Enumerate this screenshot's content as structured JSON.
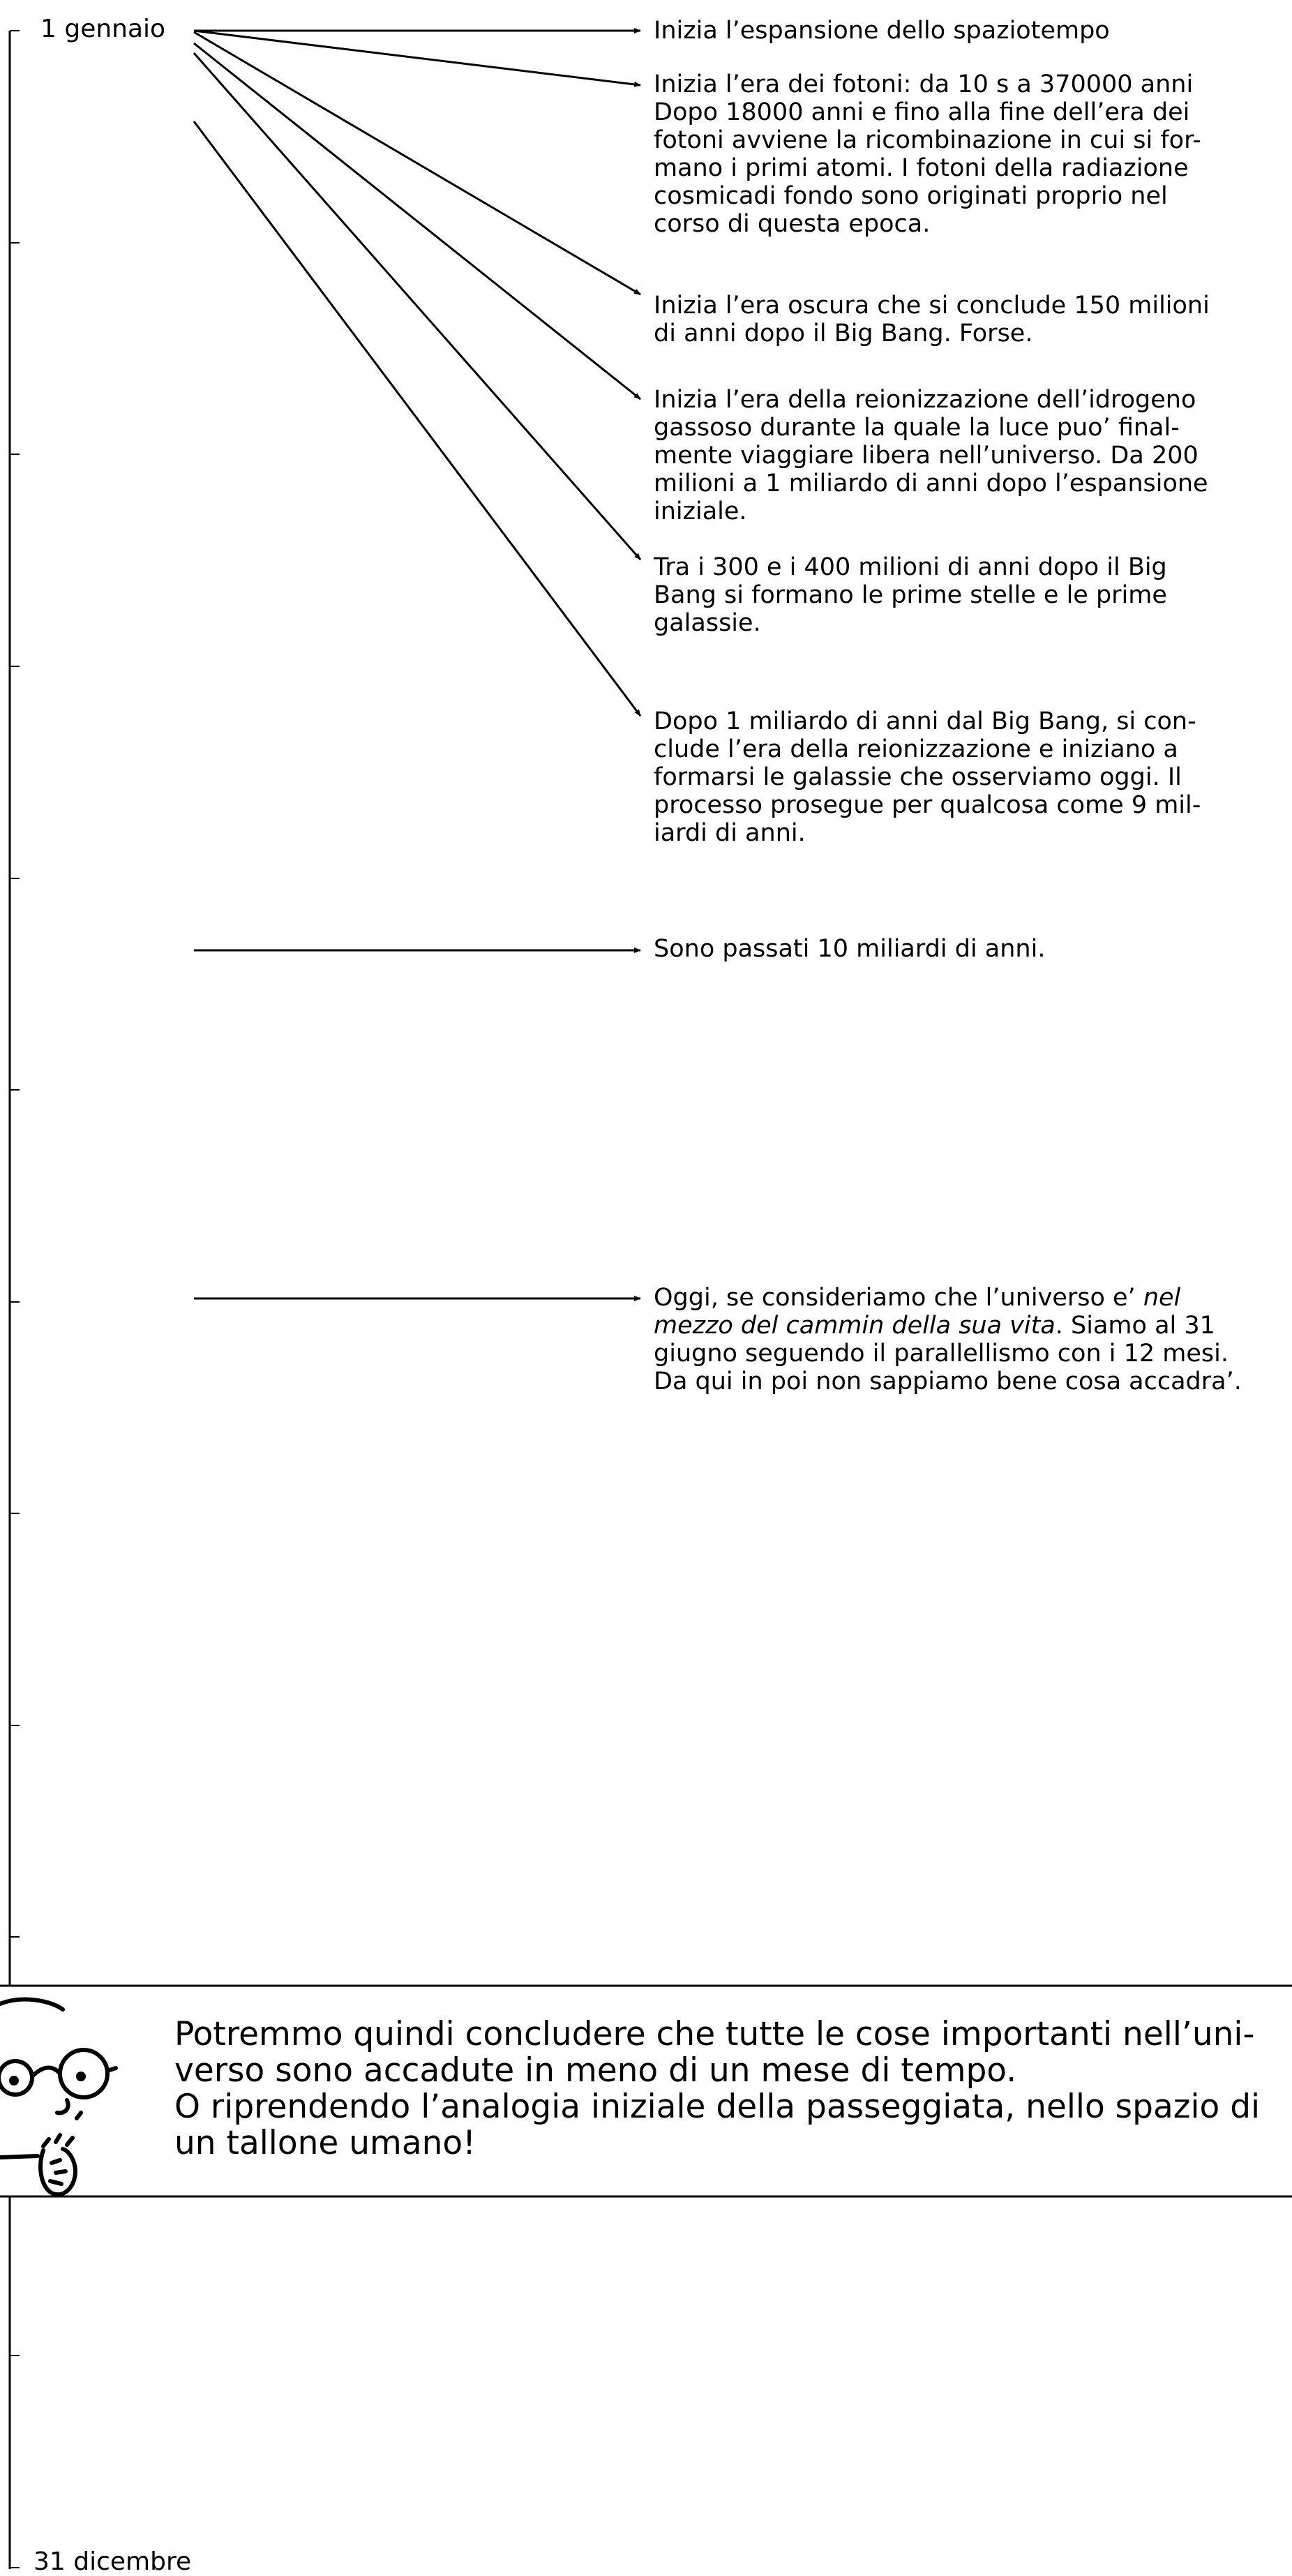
{
  "timeline": {
    "start_label": "1 gennaio",
    "end_label": "31 dicembre"
  },
  "events": {
    "e1": {
      "lines": [
        "Inizia l’espansione dello spaziotempo"
      ]
    },
    "e2": {
      "lines": [
        "Inizia l’era dei fotoni: da 10 s a 370000 anni",
        "Dopo 18000 anni e fino alla fine dell’era dei",
        "fotoni avviene la ricombinazione in cui si for-",
        "mano i primi atomi. I fotoni della radiazione",
        "cosmicadi fondo sono originati proprio nel",
        "corso di questa epoca."
      ]
    },
    "e3": {
      "lines": [
        "Inizia l’era oscura che si conclude 150 milioni",
        "di anni dopo il Big Bang. Forse."
      ]
    },
    "e4": {
      "lines": [
        "Inizia l’era della reionizzazione dell’idrogeno",
        "gassoso durante la quale la luce puo’ final-",
        "mente viaggiare libera nell’universo. Da 200",
        "milioni a 1 miliardo di anni dopo l’espansione",
        "iniziale."
      ]
    },
    "e5": {
      "lines": [
        "Tra i 300 e i 400 milioni di anni dopo il Big",
        "Bang si formano le prime stelle e le prime",
        "galassie."
      ]
    },
    "e6": {
      "lines": [
        "Dopo 1 miliardo di anni dal Big Bang, si con-",
        "clude l’era della reionizzazione e iniziano a",
        "formarsi le galassie che osserviamo oggi. Il",
        "processo prosegue per qualcosa come 9 mil-",
        "iardi di anni."
      ]
    },
    "e7": {
      "lines": [
        "Sono passati 10 miliardi di anni."
      ]
    },
    "e8": {
      "l1_pre": "Oggi, se consideriamo che l’universo e’ ",
      "l1_em": "nel",
      "l2_em": "mezzo del cammin della sua vita",
      "l2_post": ". Siamo al 31",
      "l3": "giugno seguendo il parallellismo con i 12 mesi.",
      "l4": "Da qui in poi non sappiamo bene cosa accadra’."
    }
  },
  "box": {
    "lines": [
      "Potremmo quindi concludere che tutte le cose importanti nell’uni-",
      "verso sono accadute in meno di un mese di tempo.",
      "O riprendendo l’analogia iniziale della passeggiata, nello spazio di",
      "un tallone umano!"
    ],
    "icon": "cartoon-face-with-glasses"
  }
}
